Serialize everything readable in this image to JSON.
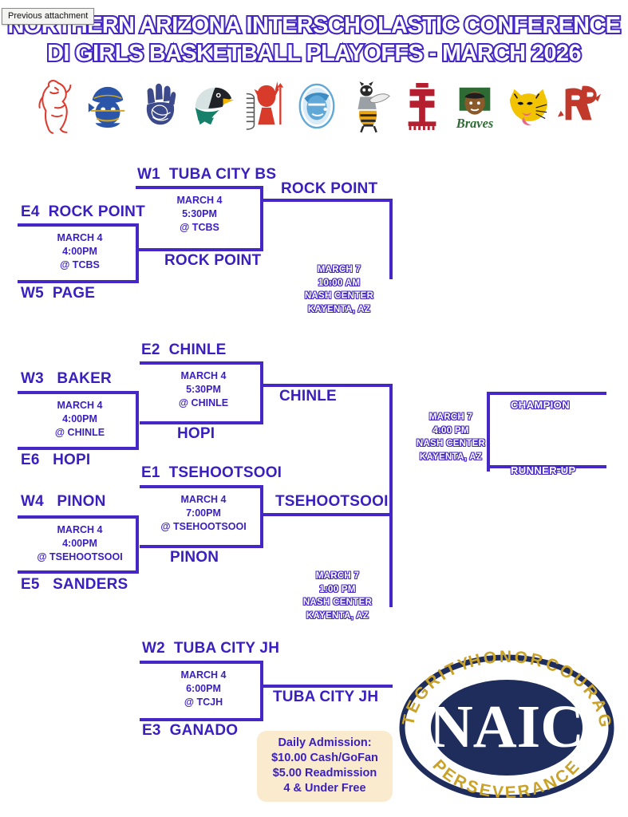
{
  "tooltip": {
    "label": "Previous attachment"
  },
  "poster": {
    "title_line1": "NORTHERN ARIZONA INTERSCHOLASTIC CONFERENCE",
    "title_line2": "DI GIRLS BASKETBALL PLAYOFFS - MARCH 2026",
    "accent_color": "#4526C7",
    "text_color": "#3a1fc0",
    "admission_box_color": "#FAEBCE"
  },
  "mascots": [
    {
      "name": "mustang-horse-logo",
      "color": "#E03A2F"
    },
    {
      "name": "pirate-head-logo",
      "color": "#2B55A8"
    },
    {
      "name": "bear-claw-logo",
      "color": "#3C4A8C"
    },
    {
      "name": "eagle-head-logo",
      "color": "#17806B"
    },
    {
      "name": "red-devil-logo",
      "color": "#D93B2B"
    },
    {
      "name": "blue-warrior-oval-logo",
      "color": "#5FA8D8"
    },
    {
      "name": "hornet-logo",
      "color": "#E8A317"
    },
    {
      "name": "red-t-logo",
      "color": "#B41E2E"
    },
    {
      "name": "braves-logo",
      "color": "#2E6B34"
    },
    {
      "name": "wildcat-logo",
      "color": "#F2C300"
    },
    {
      "name": "rp-monogram-logo",
      "color": "#C0392B"
    }
  ],
  "bracket": {
    "round1": [
      {
        "id": "game-1",
        "top_seed": "E4",
        "top_team": "ROCK POINT",
        "bottom_seed": "W5",
        "bottom_team": "PAGE",
        "date": "MARCH 4",
        "time": "4:00PM",
        "site": "@ TCBS"
      },
      {
        "id": "game-2",
        "top_seed": "W3",
        "top_team": "BAKER",
        "bottom_seed": "E6",
        "bottom_team": "HOPI",
        "date": "MARCH 4",
        "time": "4:00PM",
        "site": "@ CHINLE"
      },
      {
        "id": "game-3",
        "top_seed": "W4",
        "top_team": "PINON",
        "bottom_seed": "E5",
        "bottom_team": "SANDERS",
        "date": "MARCH 4",
        "time": "4:00PM",
        "site": "@ TSEHOOTSOOI"
      }
    ],
    "round2": [
      {
        "id": "game-4",
        "top_seed": "W1",
        "top_team": "TUBA CITY BS",
        "bottom_team": "ROCK POINT",
        "date": "MARCH 4",
        "time": "5:30PM",
        "site": "@ TCBS"
      },
      {
        "id": "game-5",
        "top_seed": "E2",
        "top_team": "CHINLE",
        "bottom_team": "HOPI",
        "date": "MARCH 4",
        "time": "5:30PM",
        "site": "@ CHINLE"
      },
      {
        "id": "game-6",
        "top_seed": "E1",
        "top_team": "TSEHOOTSOOI",
        "bottom_team": "PINON",
        "date": "MARCH 4",
        "time": "7:00PM",
        "site": "@ TSEHOOTSOOI"
      },
      {
        "id": "game-7",
        "top_seed": "W2",
        "top_team": "TUBA CITY JH",
        "bottom_seed": "E3",
        "bottom_team": "GANADO",
        "date": "MARCH 4",
        "time": "6:00PM",
        "site": "@ TCJH"
      }
    ],
    "semifinals": [
      {
        "id": "semifinal-upper",
        "advancing_team": "ROCK POINT",
        "date": "MARCH 7",
        "time": "10:00 AM",
        "venue": "NASH CENTER",
        "city": "KAYENTA, AZ",
        "lower_team": "CHINLE"
      },
      {
        "id": "semifinal-lower",
        "advancing_team": "TSEHOOTSOOI",
        "date": "MARCH 7",
        "time": "1:00 PM",
        "venue": "NASH CENTER",
        "city": "KAYENTA, AZ",
        "lower_team": "TUBA CITY JH"
      }
    ],
    "final": {
      "id": "championship",
      "date": "MARCH 7",
      "time": "4:00 PM",
      "venue": "NASH CENTER",
      "city": "KAYENTA, AZ",
      "champion_label": "CHAMPION",
      "runner_up_label": "RUNNER-UP"
    }
  },
  "admission": {
    "line1": "Daily Admission:",
    "line2": "$10.00 Cash/GoFan",
    "line3": "$5.00 Readmission",
    "line4": "4 & Under Free"
  },
  "naic_logo": {
    "center_text": "NAIC",
    "word_top_left": "INTEGRITY",
    "word_top": "HONOR",
    "word_top_right": "COURAGE",
    "word_bottom": "PERSEVERANCE",
    "navy": "#1F2D5C",
    "gold": "#C9A227"
  }
}
